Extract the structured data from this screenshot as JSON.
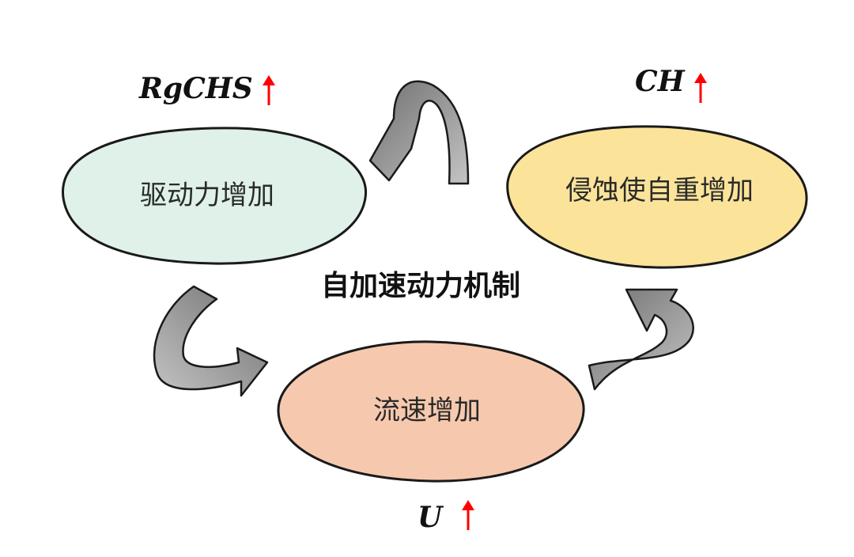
{
  "center_title": "自加速动力机制",
  "nodes": {
    "driving_force": {
      "label": "驱动力增加",
      "variable": "RgCHS",
      "fill": "#dff1e8"
    },
    "erosion": {
      "label": "侵蚀使自重增加",
      "variable": "CH",
      "fill": "#fbe49a"
    },
    "flow": {
      "label": "流速增加",
      "variable": "U",
      "fill": "#f6c9ae"
    }
  },
  "arrow_colors": {
    "cycle_arrow_dark": "#7d7d7d",
    "cycle_arrow_light": "#bdbdbd",
    "increase_arrow": "#ff0000"
  }
}
